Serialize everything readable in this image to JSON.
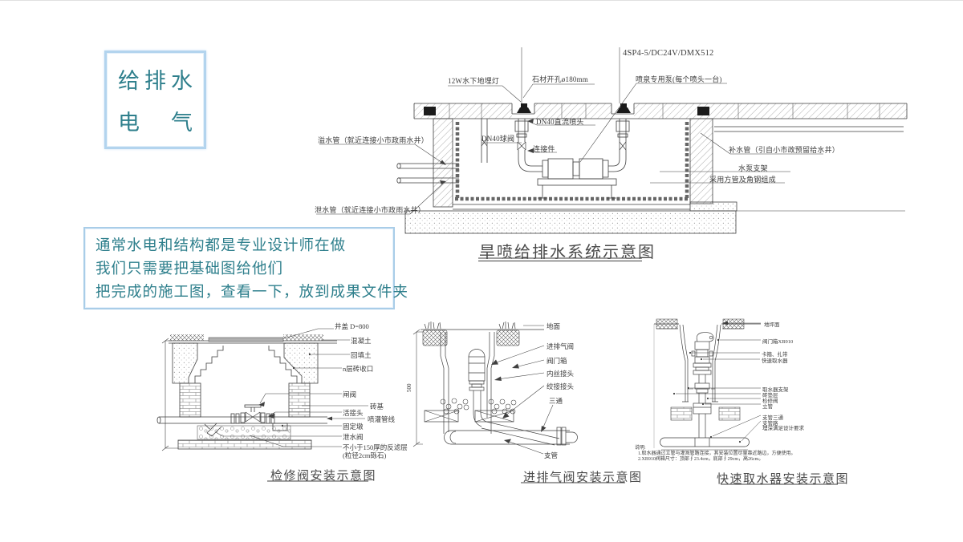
{
  "logo_box": {
    "line1": "给排水",
    "line2": "电　气"
  },
  "note_box": {
    "lines": [
      "通常水电和结构都是专业设计师在做",
      "我们只需要把基础图给他们",
      "把完成的施工图，查看一下，放到成果文件夹"
    ]
  },
  "main_diagram": {
    "title": "旱喷给排水系统示意图",
    "labels": {
      "underwater_light": "12W水下地埋灯",
      "stone_hole": "石材开孔ø180mm",
      "pump_model": "4SP4-5/DC24V/DMX512",
      "fountain_pump": "喷泉专用泵(每个喷头一台)",
      "nozzle": "DN40直流喷头",
      "ball_valve": "DN40球阀",
      "connector": "连接件",
      "overflow_pipe": "溢水管（就近连接小市政雨水井）",
      "drain_pipe": "泄水管（就近连接小市政雨水井）",
      "supply_pipe": "补水管（引自小市政预留给水井）",
      "pump_bracket": "水泵支架",
      "bracket_material": "采用方管及角钢组成"
    }
  },
  "service_valve_diagram": {
    "title": "检修阀安装示意图",
    "labels": {
      "cover": "井盖 D=800",
      "concrete": "混凝土",
      "backfill": "回填土",
      "brick_closure": "n层砖收口",
      "gate_valve": "闸阀",
      "brick_base": "砖基",
      "union": "活接头",
      "irrigation_line": "喷灌管线",
      "fixed_pier": "固定墩",
      "drain_valve": "泄水阀",
      "filter_layer": "不小于150厚的反滤层",
      "filter_note": "(粒径2cm砾石)"
    }
  },
  "air_valve_diagram": {
    "title": "进排气阀安装示意图",
    "dimension": "500",
    "labels": {
      "ground": "地面",
      "air_valve": "进排气阀",
      "valve_box": "阀门箱",
      "thread_joint": "内丝接头",
      "swivel_joint": "绞接接头",
      "tee": "三通",
      "branch_pipe": "支管"
    }
  },
  "intake_diagram": {
    "title": "快速取水器安装示意图",
    "labels": {
      "ground": "地坪面",
      "valve_box": "阀门箱XB910",
      "clamp": "卡箍、扎带",
      "quick_intake": "快速取水器",
      "intake_bracket": "取水器支架",
      "brick_cushion": "砖垫层",
      "service_valve": "检修阀",
      "riser": "立管",
      "branch_tee": "支管三通",
      "branch_line": "支管路",
      "burial_depth": "埋深满足设计要求"
    },
    "notes": {
      "heading": "说明:",
      "item1": "1.取水器通过立管与灌溉管路连接，其安装位置尽量靠近路边，方便使用。",
      "item2": "2.XB910阀箱尺寸：顶部∮23.4cm，底部∮29cm，高26cm。"
    }
  }
}
